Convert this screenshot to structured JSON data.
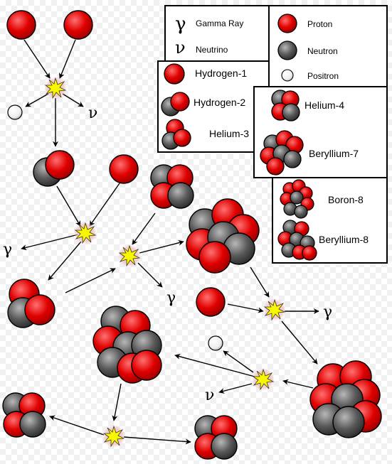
{
  "colors": {
    "proton": "#e00000",
    "proton_highlight": "#ff6a6a",
    "neutron": "#555555",
    "neutron_highlight": "#b0b0b0",
    "positron": "#f4f4f4",
    "flash": "#f7f700"
  },
  "symbols": {
    "gamma": "γ",
    "neutrino": "ν"
  },
  "legend": {
    "gamma_label": "Gamma Ray",
    "neutrino_label": "Neutrino",
    "proton_label": "Proton",
    "neutron_label": "Neutron",
    "positron_label": "Positron",
    "hydrogen1_label": "Hydrogen-1",
    "hydrogen2_label": "Hydrogen-2",
    "helium3_label": "Helium-3",
    "helium4_label": "Helium-4",
    "beryllium7_label": "Beryllium-7",
    "boron8_label": "Boron-8",
    "beryllium8_label": "Beryllium-8"
  }
}
